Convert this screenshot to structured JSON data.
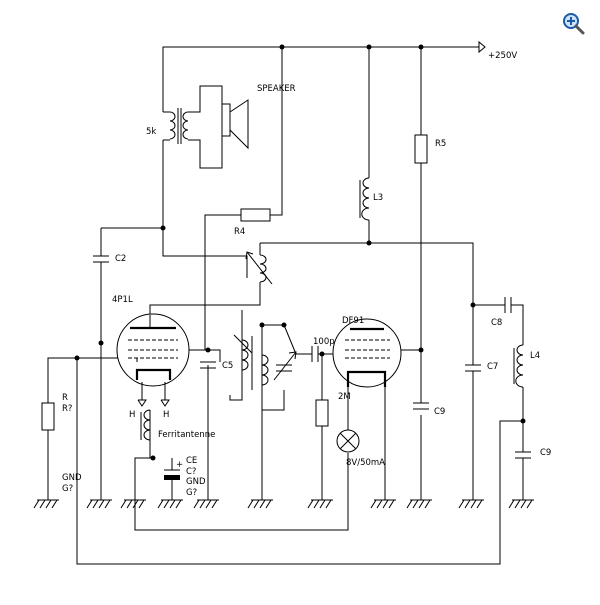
{
  "header": {
    "zoom_button_icon": "magnifier-plus-icon"
  },
  "labels": {
    "supply": "+250V",
    "speaker": "SPEAKER",
    "transformer": "5k",
    "r5": "R5",
    "l3": "L3",
    "r4": "R4",
    "c2": "C2",
    "tube1": "4P1L",
    "tube2": "DF91",
    "c5": "C5",
    "cap_100p": "100p",
    "r2m": "2M",
    "c7": "C7",
    "c8": "C8",
    "l4": "L4",
    "c9_top": "C9",
    "c9_bottom": "C9",
    "r_name": "R",
    "r_ref": "R?",
    "gnd_left": "GND",
    "gnd_left_ref": "G?",
    "heater_left": "H",
    "heater_right": "H",
    "ferrite": "Ferritantenne",
    "ce": "CE",
    "ce_ref": "C?",
    "gnd_mid": "GND",
    "gnd_mid_ref": "G?",
    "plus_sign": "+",
    "lamp": "8V/50mA"
  }
}
